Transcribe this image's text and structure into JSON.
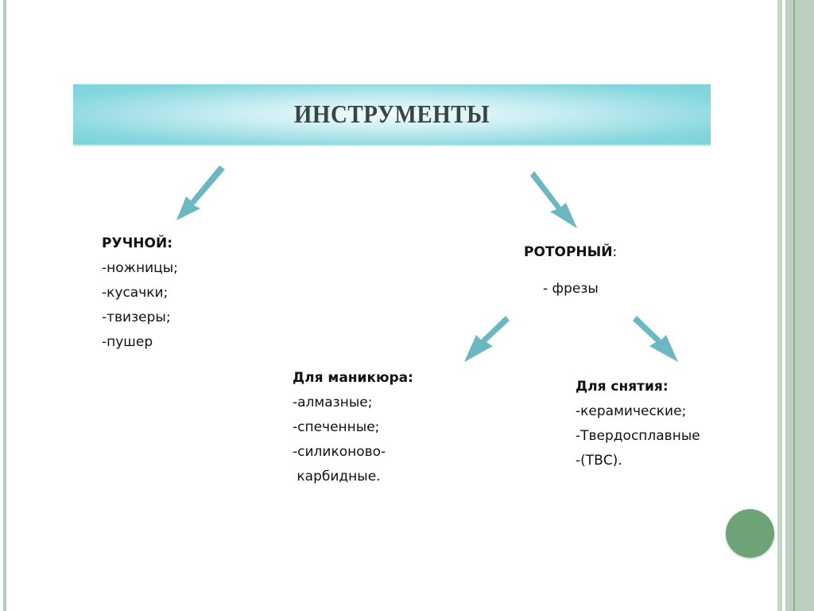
{
  "title": "ИНСТРУМЕНТЫ",
  "manual": {
    "header": "РУЧНОЙ:",
    "items": [
      "-ножницы;",
      "-кусачки;",
      "-твизеры;",
      "-пушер"
    ]
  },
  "rotary": {
    "header": "РОТОРНЫЙ",
    "colon": ":",
    "item": "- фрезы"
  },
  "manicure": {
    "header": "Для маникюра:",
    "items": [
      "-алмазные;",
      "-спеченные;",
      "-силиконово-",
      " карбидные."
    ]
  },
  "removal": {
    "header": "Для снятия:",
    "items": [
      "-керамические;",
      "-Твердосплавные",
      "-(ТВС)."
    ]
  },
  "colors": {
    "arrow": "#6bb8c2",
    "banner": "#7dd3db",
    "circle": "#6ea277"
  }
}
